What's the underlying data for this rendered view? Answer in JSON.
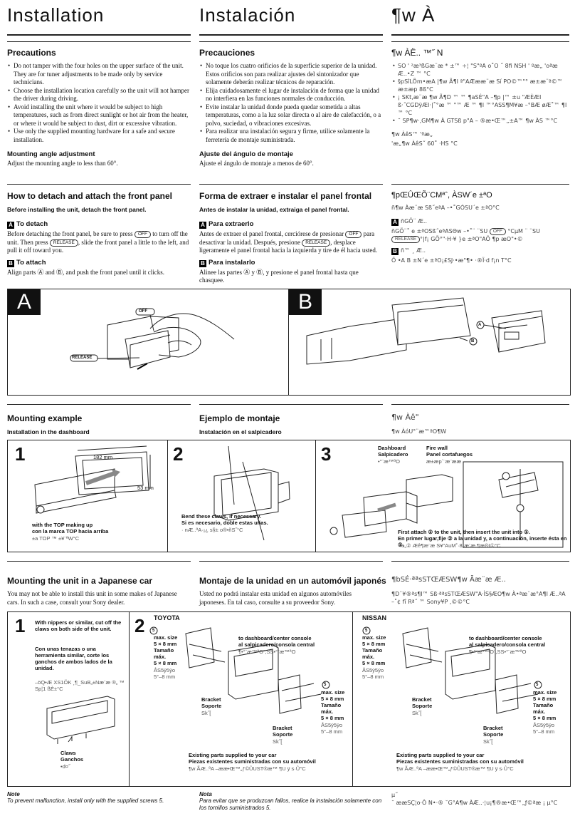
{
  "header": {
    "en": "Installation",
    "es": "Instalación",
    "zh": "¶w À"
  },
  "precautions": {
    "en_title": "Precautions",
    "en_items": [
      "Do not tamper with the four holes on the upper surface of the unit. They are for tuner adjustments to be made only by service technicians.",
      "Choose the installation location carefully so the unit will not hamper the driver during driving.",
      "Avoid installing the unit where it would be subject to high temperatures, such as from direct sunlight or hot air from the heater, or where it would be subject to dust, dirt or excessive vibration.",
      "Use only the supplied mounting hardware for a safe and secure installation."
    ],
    "en_sub": "Mounting angle adjustment",
    "en_sub_text": "Adjust the mounting angle to less than 60°.",
    "es_title": "Precauciones",
    "es_items": [
      "No toque los cuatro orificios de la superficie superior de la unidad. Estos orificios son para realizar ajustes del sintonizador que solamente deberán realizar técnicos de reparación.",
      "Elija cuidadosamente el lugar de instalación de forma que la unidad no interfiera en las funciones normales de conducción.",
      "Evite instalar la unidad donde pueda quedar sometida a altas temperaturas, como a la luz solar directa o al aire de calefacción, o a polvo, suciedad, o vibraciones excesivas.",
      "Para realizar una instalación segura y firme, utilice solamente la ferretería de montaje suministrada."
    ],
    "es_sub": "Ajuste del ángulo de montaje",
    "es_sub_text": "Ajuste el ángulo de montaje a menos de 60°.",
    "zh_title": "¶w ÀË.. ™˝ N",
    "zh_items": [
      "SO ' ²æ³ßGæ¨æ * ±™ ÷¦ \"S\"ºA o˚O ˝ 8fi NSH ' ºæ„ 'oªæ Æ..•Z ™ °C",
      "§pSîLÕm•æA |¶w Ã¶I ª\"AÆææ¨æ Sí PO©™\"° æ±æ¨ª©™ æ±æp 8ß°C",
      "¡ SKt,æ¨æ ¶w Ã¶D ™ ™ ¶aSÉ\"A –¶p |™ ±u \"ÆÈÆI ß·˝CGDÿÆI·|˚°æ ™ \"™ Æ ™ ¶I ™°ASS¶M¥æ –°BÆ   øÆ˚™ ¶I ™ °C",
      "˘ SP¶w·,GM¶w À  GTSß p\"A – ®æ•Œ™„±A™ ¶w ÀS ™°C"
    ],
    "zh_sub": "¶w ÀêS™ 'ªæ„",
    "zh_sub_text": "'æ„¶w ÀêS˝ 60˚ ·HS °C"
  },
  "front_panel": {
    "en_title": "How to detach and attach the front panel",
    "en_intro": "Before installing the unit, detach the front panel.",
    "en_detach_title": "To detach",
    "en_detach_1": "Before detaching the front panel, be sure to press",
    "en_detach_2": "to turn off the unit. Then press",
    "en_detach_3": ", slide the front panel a little to the left, and pull it off toward you.",
    "en_attach_title": "To attach",
    "en_attach_1": "Align parts",
    "en_attach_2": "and",
    "en_attach_3": ", and push the front panel until it clicks.",
    "es_title": "Forma de extraer e instalar el panel frontal",
    "es_intro": "Antes de instalar la unidad, extraiga el panel frontal.",
    "es_detach_title": "Para extraerlo",
    "es_detach_1": "Antes de extraer el panel frontal, cerciórese de presionar",
    "es_detach_2": "para desactivar la unidad. Después, presione",
    "es_detach_3": ", desplace ligeramente el panel frontal hacia la izquierda y tire de él hacia usted.",
    "es_attach_title": "Para instalarlo",
    "es_attach_1": "Alinee las partes",
    "es_attach_2": "y",
    "es_attach_3": ", y presione el panel frontal hasta que chasquee.",
    "zh_title": "¶pŒÛŒÕ¨CMªˆ, ÀSW´e ±ªO",
    "zh_intro": "ñ¶w Àæ¨æ Sß˝eªA –•˚GÓSU´e ±ªO°C",
    "zh_detach_title": "ñGÕ¨ Æ..",
    "zh_detach_1": "ñGÕ¨˚ e ±ªOSß˝eªASΘw –•˚¨ ¨SU",
    "zh_detach_2": "°CµM ¨ ¨SU",
    "zh_detach_3": "°|f¡ GÕ°\"·H·¥ }e ±ªO\"AÕ ¶p æO\"•©",
    "zh_attach_title": "ñ™ ¸ Æ..",
    "zh_attach_text": "Õ •A B ±N´e ±ªO¡£SJ·•æ\"¶•  ·®Ï·d f¡n T°C",
    "btn_off": "OFF",
    "btn_release": "RELEASE",
    "mark_a": "A",
    "mark_b": "B"
  },
  "panel_ab": {
    "letter_a": "A",
    "letter_b": "B",
    "label_off": "OFF",
    "label_release": "RELEASE",
    "label_a": "A",
    "label_b": "B"
  },
  "mounting_example": {
    "en_title": "Mounting example",
    "en_sub": "Installation in the dashboard",
    "es_title": "Ejemplo de montaje",
    "es_sub": "Instalación en el salpicadero",
    "zh_title": "¶w Àê\"",
    "zh_sub": "¶w ÀóU°¨æ™ªO¶W",
    "step1": "1",
    "step2": "2",
    "step3": "3",
    "dim_width": "182 mm",
    "dim_height": "53 mm",
    "top_label_en": "with the TOP making up",
    "top_label_es": "con la marca TOP hacia arriba",
    "top_label_zh": "±a TOP ™  ±¥¨ªW°C",
    "claws_en": "Bend these claws, if necessary.",
    "claws_es": "Si es necesario, doble estas uñas.",
    "claws_zh": "·  nÆ..ªA·¡¿ s§± o®•ñS˝°C",
    "dashboard_en": "Dashboard",
    "dashboard_es": "Salpicadero",
    "dashboard_zh": "•°¨æ™ªO",
    "firewall_en": "Fire wall",
    "firewall_es": "Panel cortafuegos",
    "firewall_zh": "æ±æp´¨æ¨ææ",
    "step3_en": "First attach ② to the unit, then insert the unit into ①.",
    "step3_es": "En primer lugar,fije ② a la unidad y, a continuación, inserte ésta en ①.",
    "step3_zh": "·º±„② Æê¶æ¨æ S¥\"AuM˚·8„æ¨æ ¶æ®I①°C"
  },
  "japanese_car": {
    "en_title": "Mounting the unit in a Japanese car",
    "en_text": "You may not be able to install this unit in some makes of Japanese cars. In such a case, consult your Sony dealer.",
    "es_title": "Montaje de la unidad en un automóvil japonés",
    "es_text": "Usted no podrá instalar esta unidad en algunos automóviles japoneses. En tal caso, consulte a su proveedor Sony.",
    "zh_title": "¶bSÉ·ªªsSTŒÆSW¶w Ãæ¨æ Æ..",
    "zh_text": "¶D¨¥®ªs¶I™ Sß·ªªsSTŒÆSW\"A·ÌS§ÆO¶w À•ªæ¨æ°A¶I Æ..ªA –˚¢ fî   Rª˝ ™ Sony¥P ,©©°C",
    "step1": "1",
    "step2": "2",
    "nippers_en": "With nippers or similar, cut off the claws on both side of the unit.",
    "nippers_es": "Con unas tenazas o una herramienta similar, corte los ganchos de ambos lados de la unidad.",
    "nippers_zh": "–öQ•Æ XS1ÖK ¸¶_SuB„±Næ¨æ ®„ ™ Sp¦1 ßÈ±°C",
    "claws_en": "Claws",
    "claws_es": "Ganchos",
    "claws_zh": "•d¤˝",
    "toyota": "TOYOTA",
    "nissan": "NISSAN",
    "num5": "5",
    "maxsize_en": "max. size",
    "maxsize_val": "5 × 8 mm",
    "maxsize_es1": "Tamaño",
    "maxsize_es2": "máx.",
    "maxsize_zh1": "ÅS5ÿ5ÿo",
    "maxsize_zh2": "5°–8 mm",
    "console_en": "to dashboard/center console",
    "console_es": "al salpicadero/consola central",
    "console_zh": "¶•°¨æ™ªO¨,SS•°¨æ™ªO",
    "bracket_en": "Bracket",
    "bracket_es": "Soporte",
    "bracket_zh": "Sk˝[",
    "parts_en": "Existing parts supplied to your car",
    "parts_es": "Piezas existentes suministradas con su automóvil",
    "parts_zh": "¶w ÃÆ..ªA –ææ•Œ™„ƒ©ÛUST®æ™ ¶U ÿ s·Û°C"
  },
  "notes": {
    "en_h": "Note",
    "en_t": "To prevent malfunction, install only with the supplied screws",
    "es_h": "Nota",
    "es_t": "Para evitar que se produzcan fallos, realice la instalación solamente con los tornillos suministrados",
    "zh_h": "µ˝",
    "zh_t": "˘ ææSÇ¦o·Ô N•·® ˘G°A¶w ÀÆ..·¦u¡¶®æ•Œ™„ƒ©ªæ ¡ µ°C",
    "num5": "5"
  }
}
